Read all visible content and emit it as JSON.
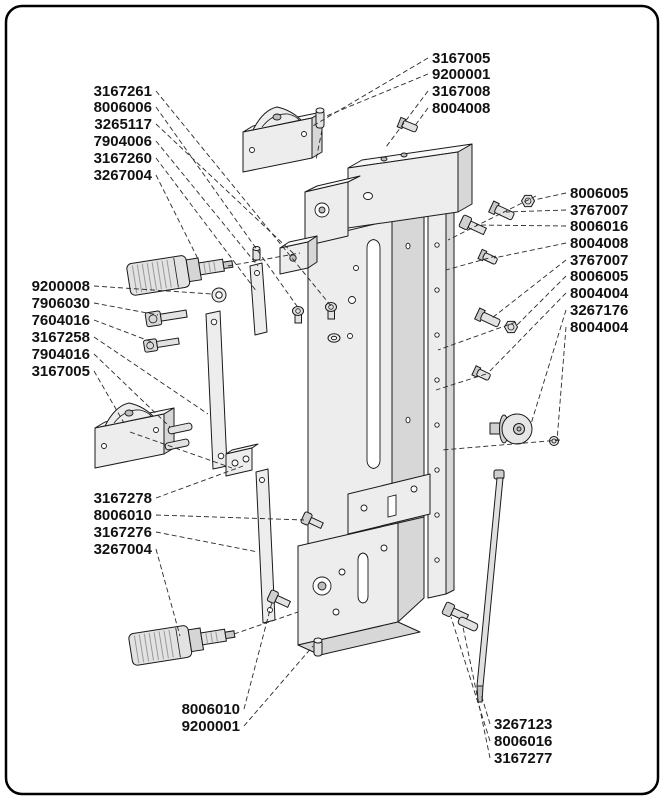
{
  "diagram": {
    "kind": "exploded-parts-diagram",
    "background": "#ffffff",
    "border_color": "#000000",
    "line_color": "#1a1a1a"
  },
  "labels": {
    "top_left": [
      "3167261",
      "8006006",
      "3265117",
      "7904006",
      "3167260",
      "3267004"
    ],
    "top_right": [
      "3167005",
      "9200001",
      "3167008",
      "8004008"
    ],
    "right": [
      "8006005",
      "3767007",
      "8006016",
      "8004008",
      "3767007",
      "8006005",
      "8004004",
      "3267176",
      "8004004"
    ],
    "mid_left": [
      "9200008",
      "7906030",
      "7604016",
      "3167258",
      "7904016",
      "3167005"
    ],
    "lower_left": [
      "3167278",
      "8006010",
      "3167276",
      "3267004"
    ],
    "bottom_center": [
      "8006010",
      "9200001"
    ],
    "bottom_right": [
      "3267123",
      "8006016",
      "3167277"
    ]
  }
}
